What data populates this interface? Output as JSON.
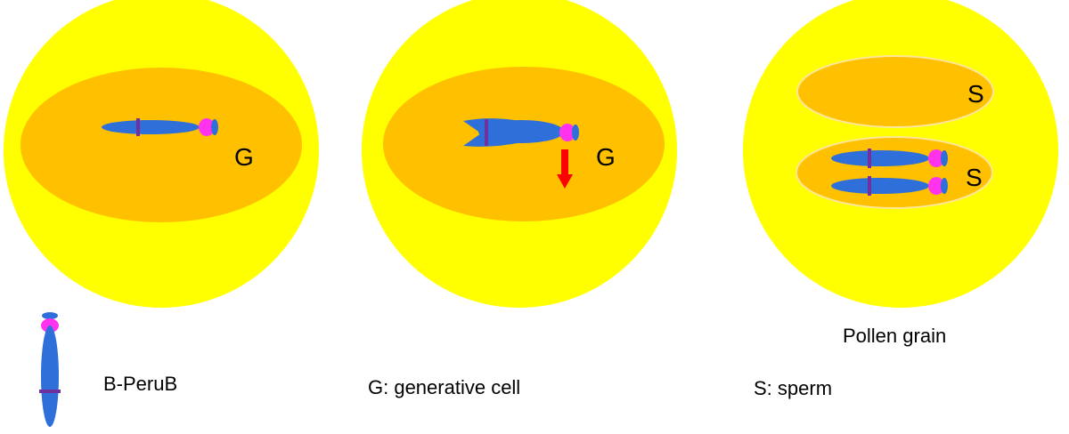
{
  "colors": {
    "pollen_grain": "#ffff00",
    "cell": "#ffc000",
    "cell_outline": "#ffe79a",
    "chromosome": "#2f6fd9",
    "centromere_band": "#7030a0",
    "centromere_knob": "#ff33ee",
    "arrow": "#ff0000"
  },
  "panels": [
    {
      "cell_labels": [
        "G"
      ],
      "chromosome_state": "single chromosome"
    },
    {
      "cell_labels": [
        "G"
      ],
      "chromosome_state": "split chromatids, arrow down"
    },
    {
      "cell_labels": [
        "S",
        "S"
      ],
      "chromosome_state": "two chromosomes in lower sperm"
    }
  ],
  "legend": {
    "chromosome_label": "B-PeruB",
    "generative_key": "G: generative cell",
    "sperm_key": "S: sperm",
    "pollen_label": "Pollen grain"
  },
  "icons": [
    "chromosome-icon",
    "down-arrow-icon"
  ]
}
